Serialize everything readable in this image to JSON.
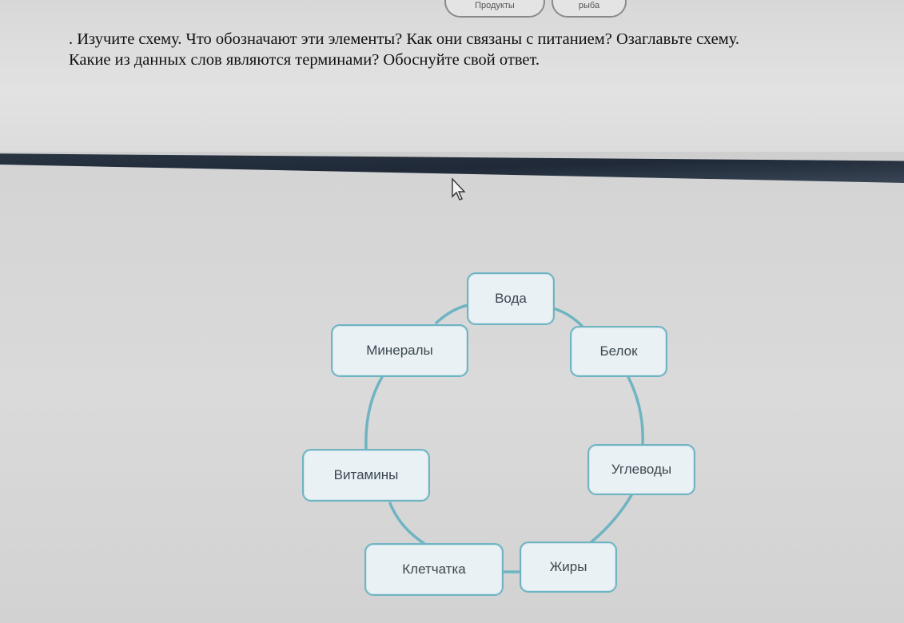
{
  "top_tabs": [
    "Продукты",
    "рыба"
  ],
  "question": {
    "line1": ". Изучите схему. Что обозначают эти элементы? Как они связаны с питанием? Озаглавьте схему.",
    "line2": "Какие из данных слов являются терминами? Обоснуйте свой ответ."
  },
  "diagram": {
    "nodes": {
      "water": "Вода",
      "protein": "Белок",
      "carbs": "Углеводы",
      "fats": "Жиры",
      "fiber": "Клетчатка",
      "vitamins": "Витамины",
      "minerals": "Минералы"
    }
  },
  "colors": {
    "node_border": "#6fb4c3",
    "node_fill": "#e9f1f4",
    "band": "#1f2937"
  }
}
